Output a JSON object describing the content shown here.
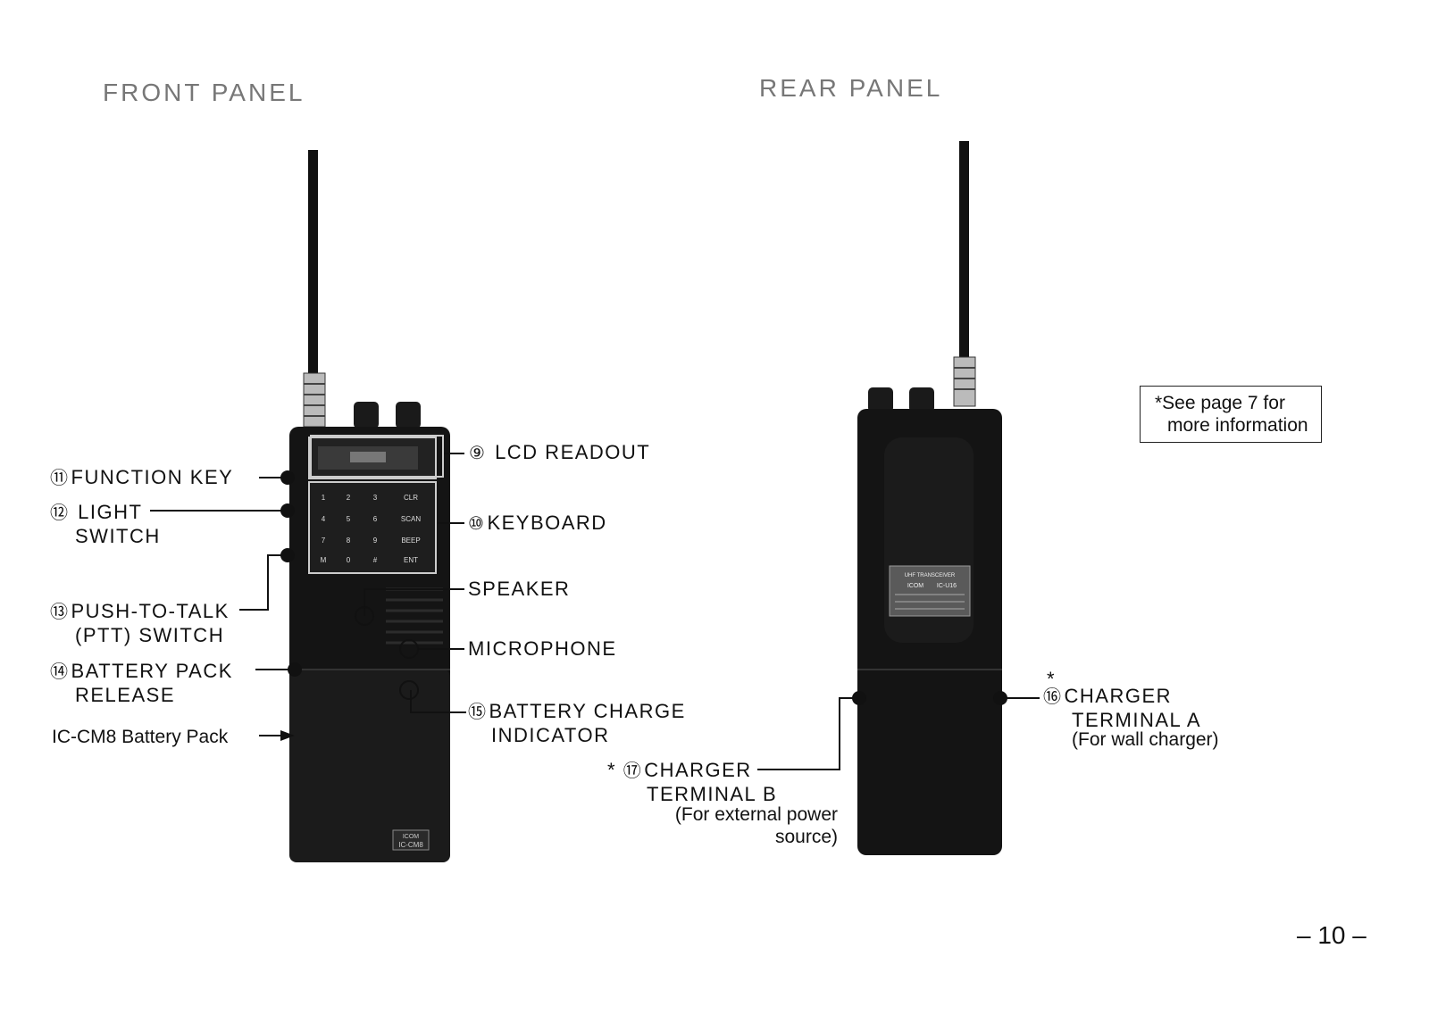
{
  "headings": {
    "front": "FRONT PANEL",
    "rear": "REAR PANEL"
  },
  "labels": {
    "lcd_readout": {
      "num": "⑨",
      "text": "LCD READOUT"
    },
    "function_key": {
      "num": "⑪",
      "text": "FUNCTION KEY"
    },
    "light_switch": {
      "num": "⑫",
      "line1": "LIGHT",
      "line2": "SWITCH"
    },
    "keyboard": {
      "num": "⑩",
      "text": "KEYBOARD"
    },
    "speaker": {
      "text": "SPEAKER"
    },
    "ptt": {
      "num": "⑬",
      "line1": "PUSH-TO-TALK",
      "line2": "(PTT) SWITCH"
    },
    "microphone": {
      "text": "MICROPHONE"
    },
    "battery_release": {
      "num": "⑭",
      "line1": "BATTERY PACK",
      "line2": "RELEASE"
    },
    "charge_indicator": {
      "num": "⑮",
      "line1": "BATTERY CHARGE",
      "line2": "INDICATOR"
    },
    "battery_pack": {
      "text": "IC-CM8 Battery Pack"
    },
    "charger_b": {
      "star": "*",
      "num": "⑰",
      "line1": "CHARGER",
      "line2": "TERMINAL B",
      "line3": "(For external power",
      "line4": "source)"
    },
    "charger_a": {
      "star": "*",
      "num": "⑯",
      "line1": "CHARGER",
      "line2": "TERMINAL A",
      "line3": "(For wall charger)"
    }
  },
  "note": {
    "line1": "*See page 7 for",
    "line2": "more information"
  },
  "page_number": "– 10 –",
  "device": {
    "keypad": [
      "1",
      "2",
      "3",
      "CLR",
      "4",
      "5",
      "6",
      "SCAN",
      "7",
      "8",
      "9",
      "BEEP",
      "M",
      "0",
      "#",
      "ENT"
    ],
    "battery_badge_brand": "ICOM",
    "battery_badge_model": "IC-CM8",
    "plate_title": "UHF TRANSCEIVER",
    "plate_brand": "ICOM",
    "plate_model": "IC-U16"
  }
}
